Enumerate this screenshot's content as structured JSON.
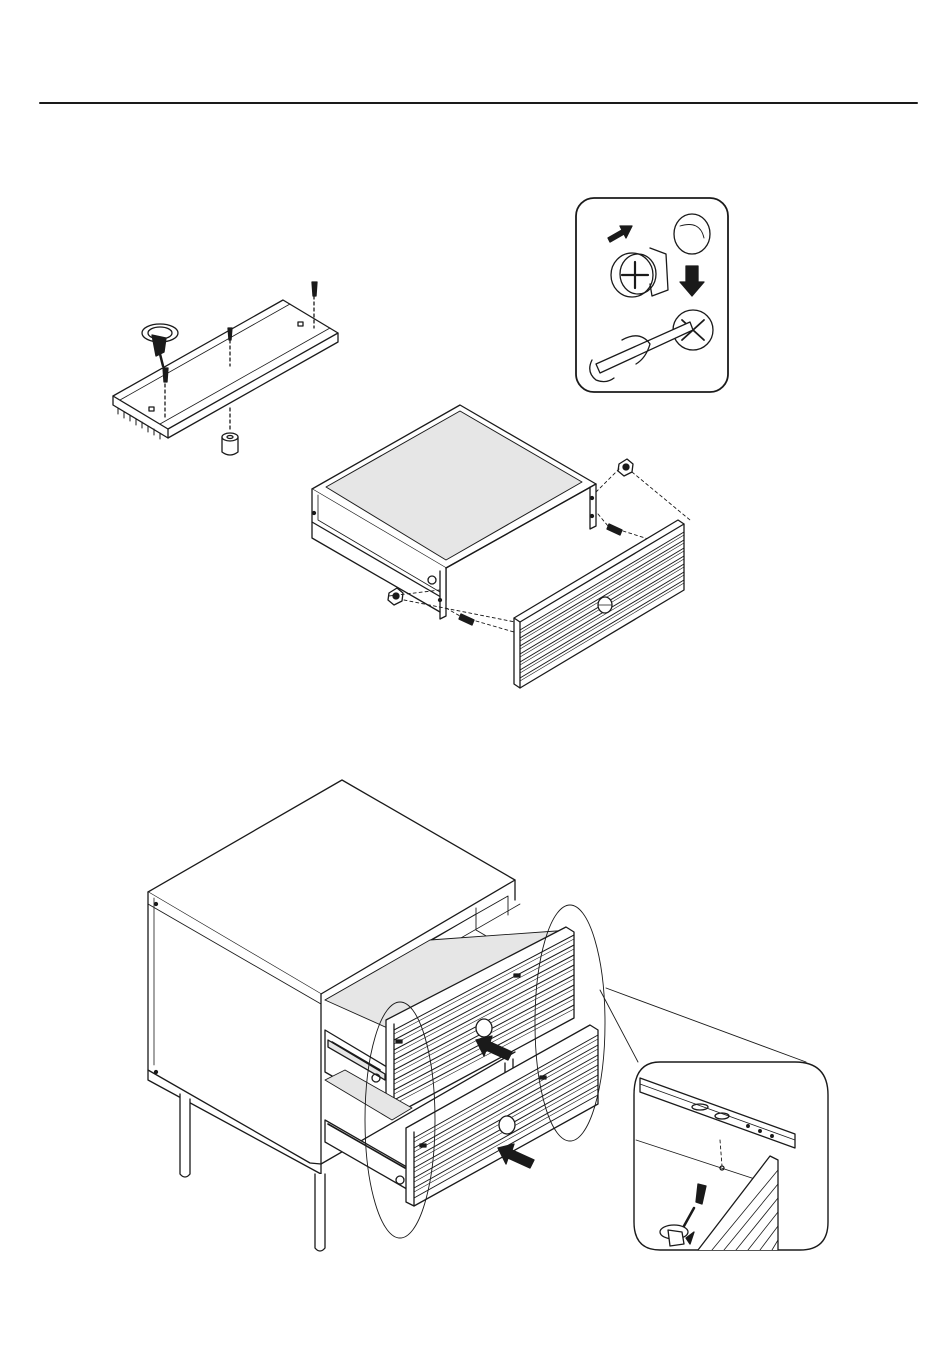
{
  "page": {
    "kind": "assembly-instruction-sheet",
    "background": "#ffffff",
    "ink": "#1a1a1a",
    "panel_shade": "#e6e6e6",
    "arrow_fill": "#1a1a1a"
  },
  "steps": [
    {
      "id": "drawer-bottom-and-front",
      "illustrations": [
        "drawer-bottom-panel-with-screws",
        "cam-lock-detail-inset",
        "drawer-box",
        "slatted-drawer-front"
      ],
      "icons": [
        "screwdriver-icon",
        "cam-lock-icon",
        "dowel-icon",
        "push-arrow-icon"
      ]
    },
    {
      "id": "insert-drawers",
      "illustrations": [
        "nightstand-cabinet",
        "upper-drawer",
        "lower-drawer",
        "drawer-slide-detail-inset"
      ],
      "icons": [
        "push-arrow-icon",
        "screw-icon",
        "screwdriver-icon"
      ]
    }
  ]
}
